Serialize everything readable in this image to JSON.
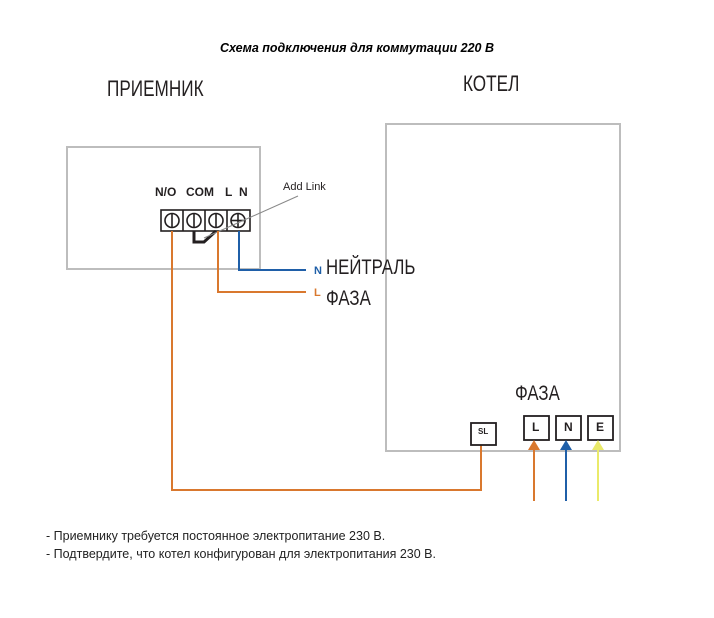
{
  "title": "Схема подключения для коммутации 220 В",
  "receiver": {
    "label": "ПРИЕМНИК",
    "terminals": [
      "N/O",
      "COM",
      "L",
      "N"
    ],
    "link_label": "Add Link"
  },
  "boiler": {
    "label": "КОТЕЛ",
    "phase_label": "ФАЗА",
    "terminals": [
      "SL",
      "L",
      "N",
      "E"
    ]
  },
  "supply": {
    "neutral_letter": "N",
    "neutral_label": "НЕЙТРАЛЬ",
    "phase_letter": "L",
    "phase_label": "ФАЗА"
  },
  "notes": [
    "- Приемнику требуется постоянное электропитание 230 В.",
    "- Подтвердите, что котел конфигурован для электропитания 230 В."
  ],
  "colors": {
    "phase_wire": "#d9782e",
    "neutral_wire": "#1f5fa8",
    "earth_wire": "#eaea6a",
    "box_border": "#bdbdbd"
  }
}
